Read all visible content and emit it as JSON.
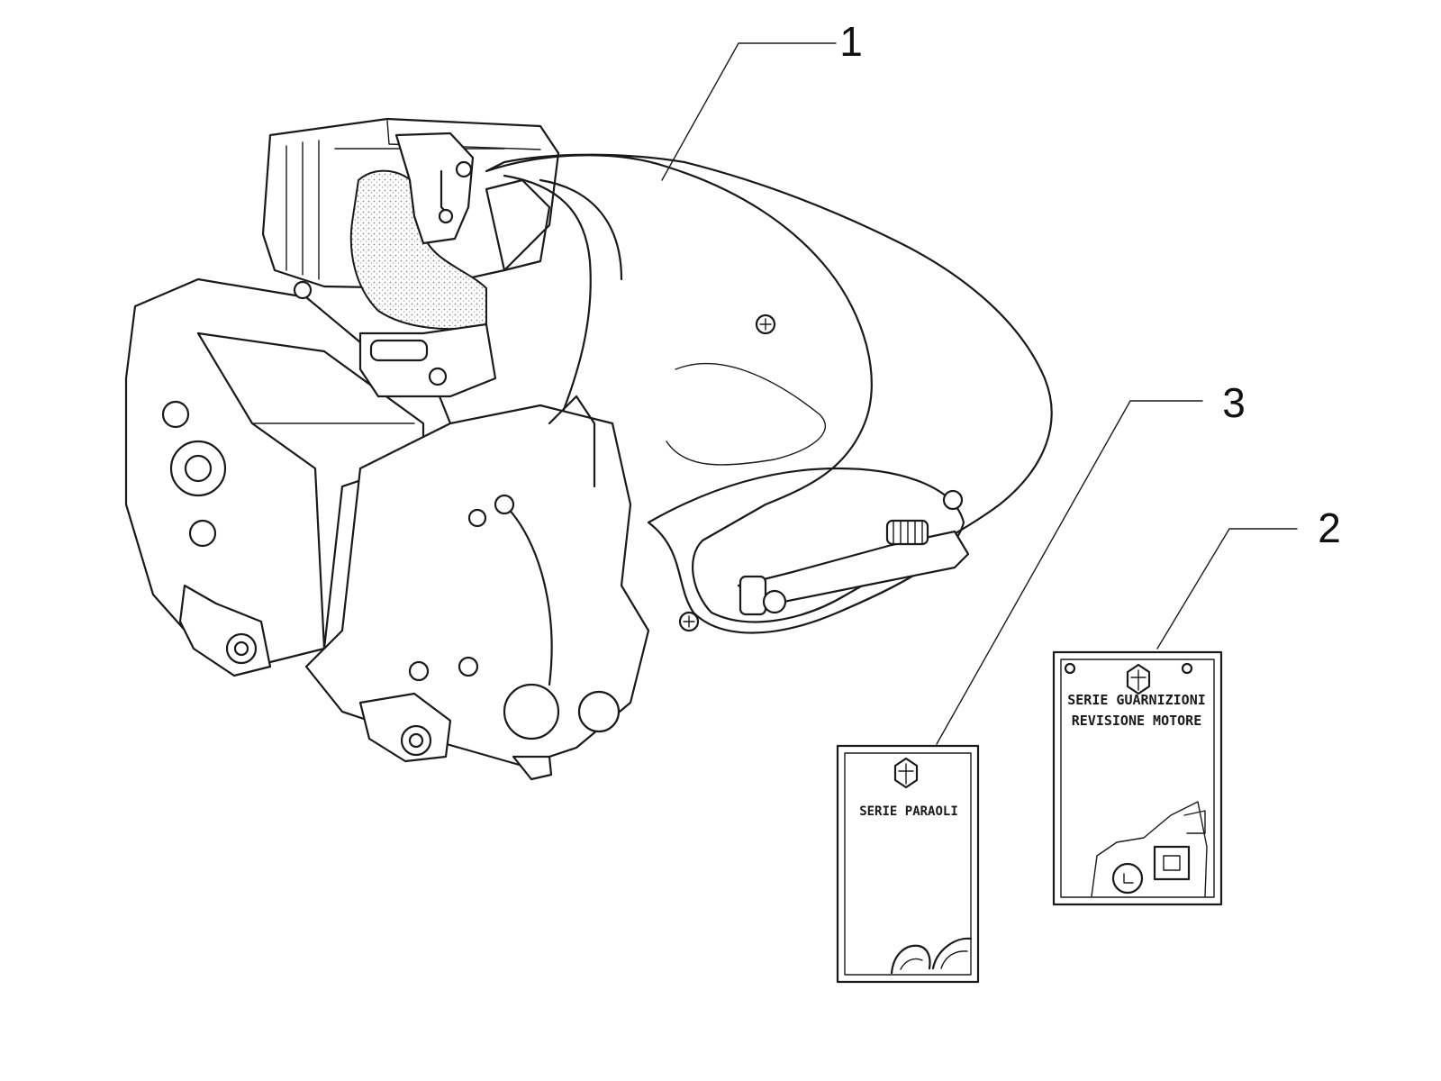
{
  "callouts": {
    "part1": "1",
    "part2": "2",
    "part3": "3"
  },
  "gasket_kit_card": {
    "line1": "SERIE GUARNIZIONI",
    "line2": "REVISIONE MOTORE"
  },
  "oil_seal_card": {
    "line1": "SERIE PARAOLI"
  },
  "colors": {
    "ink": "#1a1a1a",
    "paper": "#ffffff",
    "shading": "#9a9a9a"
  }
}
